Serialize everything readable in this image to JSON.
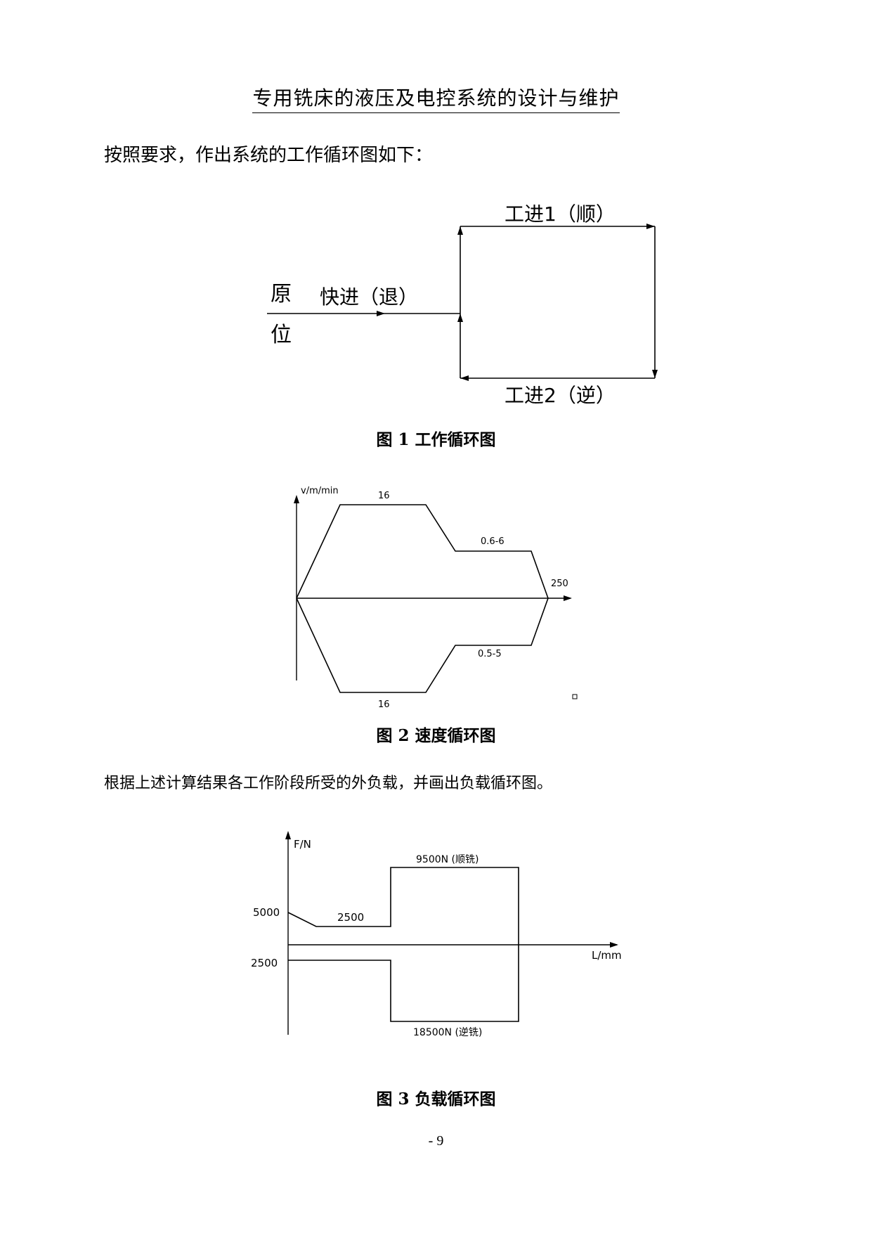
{
  "header": {
    "title": "专用铣床的液压及电控系统的设计与维护"
  },
  "paragraphs": {
    "intro": "按照要求，作出系统的工作循环图如下：",
    "load_intro": "根据上述计算结果各工作阶段所受的外负载，并画出负载循环图。"
  },
  "figure1": {
    "caption": "图 1  工作循环图",
    "labels": {
      "origin_top": "原",
      "origin_bottom": "位",
      "fast_advance": "快进（退）",
      "work1": "工进1（顺）",
      "work2": "工进2（逆）"
    }
  },
  "figure2": {
    "caption": "图 2  速度循环图",
    "labels": {
      "y_axis": "v/m/min",
      "top_speed": "16",
      "top_work_speed": "0.6-6",
      "stroke": "250",
      "bottom_work_speed": "0.5-5",
      "bottom_speed": "16"
    }
  },
  "figure3": {
    "caption": "图 3  负载循环图",
    "labels": {
      "y_axis": "F/N",
      "x_axis": "L/mm",
      "top_left": "5000",
      "top_mid": "2500",
      "top_work": "9500N (顺铣)",
      "bottom_left": "2500",
      "bottom_work": "18500N (逆铣)"
    }
  },
  "footer": {
    "page_number": "- 9"
  }
}
